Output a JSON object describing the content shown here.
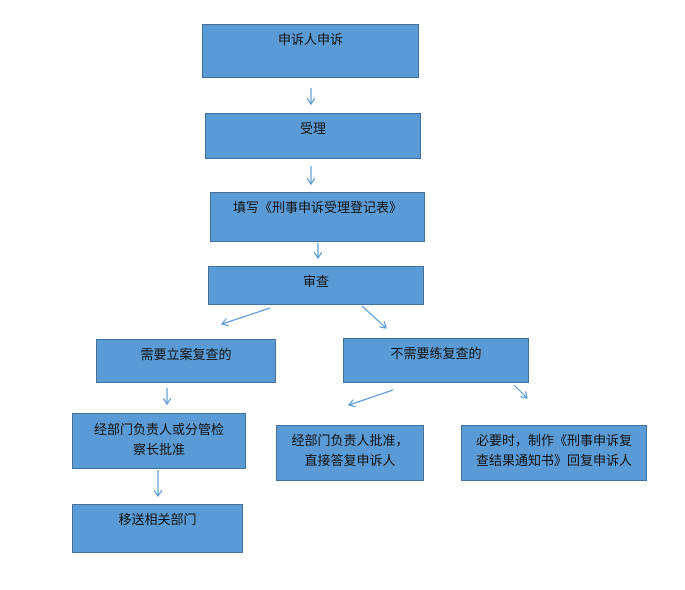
{
  "flowchart": {
    "nodes": {
      "appeal": {
        "lines": [
          "申诉人申诉"
        ]
      },
      "accept": {
        "lines": [
          "受理"
        ]
      },
      "fill_form": {
        "lines": [
          "填写《刑事申诉受理登记表》"
        ]
      },
      "review": {
        "lines": [
          "审查"
        ]
      },
      "needs_case": {
        "lines": [
          "需要立案复查的"
        ]
      },
      "no_review": {
        "lines": [
          "不需要练复查的"
        ]
      },
      "dept_approval_check": {
        "lines": [
          "经部门负责人或分管检",
          "察长批准"
        ]
      },
      "dept_approval_reply": {
        "lines": [
          "经部门负责人批准，",
          "直接答复申诉人"
        ]
      },
      "notice_reply": {
        "lines": [
          "必要时，制作《刑事申诉复",
          "查结果通知书》回复申诉人"
        ]
      },
      "transfer": {
        "lines": [
          "移送相关部门"
        ]
      }
    },
    "edges": [
      {
        "from": "appeal",
        "to": "accept"
      },
      {
        "from": "accept",
        "to": "fill_form"
      },
      {
        "from": "fill_form",
        "to": "review"
      },
      {
        "from": "review",
        "to": "needs_case"
      },
      {
        "from": "review",
        "to": "no_review"
      },
      {
        "from": "needs_case",
        "to": "dept_approval_check"
      },
      {
        "from": "no_review",
        "to": "dept_approval_reply"
      },
      {
        "from": "no_review",
        "to": "notice_reply"
      },
      {
        "from": "dept_approval_check",
        "to": "transfer"
      }
    ]
  },
  "colors": {
    "box_fill": "#5b9bd5",
    "box_border": "#41719c",
    "connector": "#5b9bd5",
    "text": "#111111"
  }
}
